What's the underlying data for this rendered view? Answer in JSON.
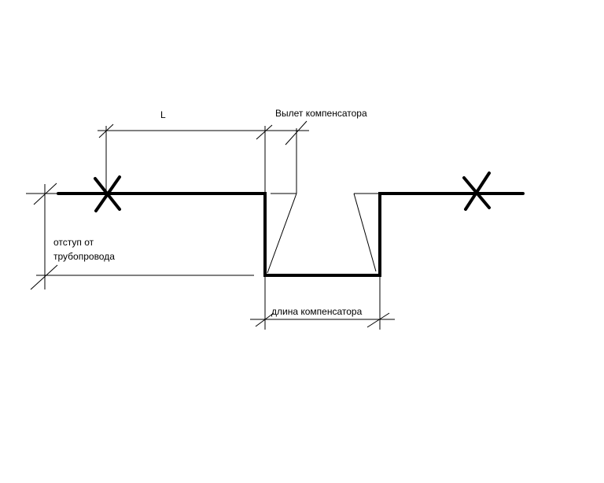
{
  "labels": {
    "L": "L",
    "offset": "Вылет компенсатора",
    "indent_line1": "отступ от",
    "indent_line2": "трубопровода",
    "length": "длина компенсатора"
  },
  "colors": {
    "line": "#000000",
    "background": "#ffffff"
  }
}
